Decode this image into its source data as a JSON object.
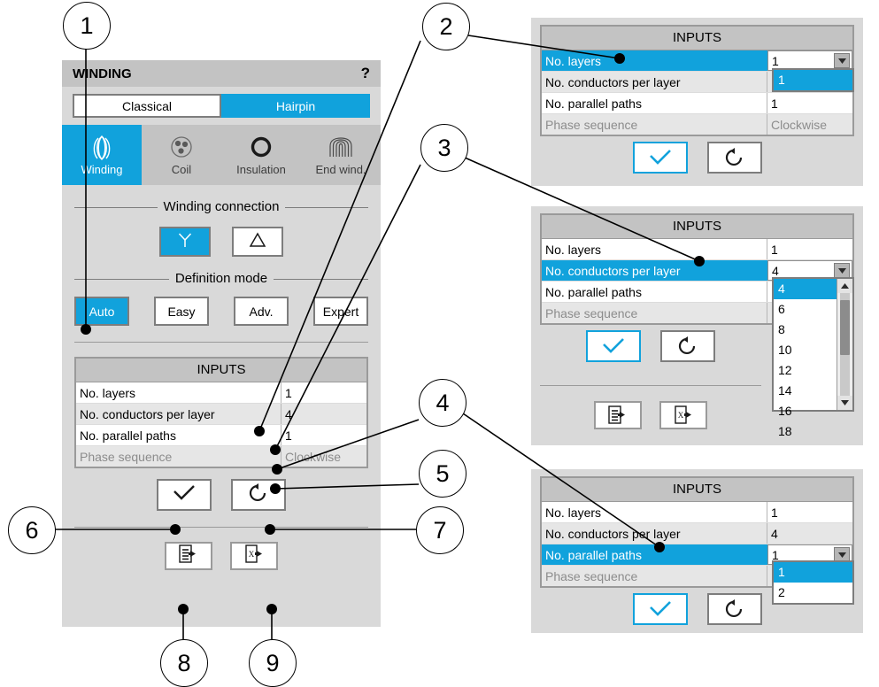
{
  "app": {
    "title": "WINDING",
    "help": "?",
    "type_tabs": [
      {
        "label": "Classical",
        "active": false
      },
      {
        "label": "Hairpin",
        "active": true
      }
    ],
    "icon_tabs": [
      {
        "label": "Winding",
        "icon": "winding-icon",
        "active": true
      },
      {
        "label": "Coil",
        "icon": "coil-icon",
        "active": false
      },
      {
        "label": "Insulation",
        "icon": "insulation-icon",
        "active": false
      },
      {
        "label": "End wind.",
        "icon": "end-winding-icon",
        "active": false
      }
    ],
    "winding_connection": {
      "legend": "Winding connection",
      "options": [
        {
          "label": "Y",
          "icon": "wye-icon",
          "active": true
        },
        {
          "label": "△",
          "icon": "delta-icon",
          "active": false
        }
      ]
    },
    "definition_mode": {
      "legend": "Definition mode",
      "options": [
        {
          "label": "Auto",
          "active": true
        },
        {
          "label": "Easy",
          "active": false
        },
        {
          "label": "Adv.",
          "active": false
        },
        {
          "label": "Expert",
          "active": false
        }
      ]
    },
    "inputs": {
      "title": "INPUTS",
      "rows": [
        {
          "key": "No. layers",
          "value": "1",
          "state": "normal"
        },
        {
          "key": "No. conductors per layer",
          "value": "4",
          "state": "normal"
        },
        {
          "key": "No. parallel paths",
          "value": "1",
          "state": "normal"
        },
        {
          "key": "Phase sequence",
          "value": "Clockwise",
          "state": "disabled"
        }
      ]
    },
    "actions": {
      "confirm": "check-icon",
      "reset": "reset-icon",
      "export_report": "export-report-icon",
      "export_excel": "export-excel-icon"
    }
  },
  "panel_layers": {
    "title": "INPUTS",
    "rows": [
      {
        "key": "No. layers",
        "value": "1",
        "state": "selected",
        "combo": true
      },
      {
        "key": "No. conductors per layer",
        "value": "1",
        "state": "normal"
      },
      {
        "key": "No. parallel paths",
        "value": "1",
        "state": "normal"
      },
      {
        "key": "Phase sequence",
        "value": "Clockwise",
        "state": "disabled"
      }
    ],
    "dropdown": {
      "options": [
        "1"
      ],
      "selected": "1",
      "scrollbar": false
    },
    "confirm": "check-icon",
    "reset": "reset-icon"
  },
  "panel_conductors": {
    "title": "INPUTS",
    "rows": [
      {
        "key": "No. layers",
        "value": "1",
        "state": "normal"
      },
      {
        "key": "No. conductors per layer",
        "value": "4",
        "state": "selected",
        "combo": true
      },
      {
        "key": "No. parallel paths",
        "value": "",
        "state": "normal"
      },
      {
        "key": "Phase sequence",
        "value": "",
        "state": "disabled"
      }
    ],
    "dropdown": {
      "options": [
        "4",
        "6",
        "8",
        "10",
        "12",
        "14",
        "16",
        "18"
      ],
      "selected": "4",
      "scrollbar": true
    },
    "confirm": "check-icon",
    "reset": "reset-icon",
    "export_report": "export-report-icon",
    "export_excel": "export-excel-icon"
  },
  "panel_paths": {
    "title": "INPUTS",
    "rows": [
      {
        "key": "No. layers",
        "value": "1",
        "state": "normal"
      },
      {
        "key": "No. conductors per layer",
        "value": "4",
        "state": "normal"
      },
      {
        "key": "No. parallel paths",
        "value": "1",
        "state": "selected",
        "combo": true
      },
      {
        "key": "Phase sequence",
        "value": "",
        "state": "disabled"
      }
    ],
    "dropdown": {
      "options": [
        "1",
        "2"
      ],
      "selected": "1",
      "scrollbar": false
    },
    "confirm": "check-icon",
    "reset": "reset-icon"
  },
  "callouts": [
    {
      "n": "1"
    },
    {
      "n": "2"
    },
    {
      "n": "3"
    },
    {
      "n": "4"
    },
    {
      "n": "5"
    },
    {
      "n": "6"
    },
    {
      "n": "7"
    },
    {
      "n": "8"
    },
    {
      "n": "9"
    }
  ],
  "colors": {
    "accent": "#11a2dc",
    "panel_bg": "#d9d9d9",
    "title_bg": "#c3c3c3",
    "disabled_text": "#8c8c8c",
    "border": "#7d7d7d"
  }
}
